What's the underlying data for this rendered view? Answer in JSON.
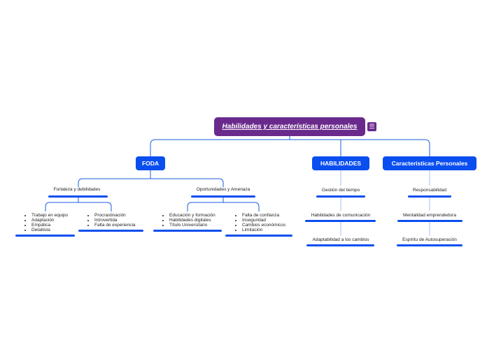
{
  "root": {
    "title": "Habilidades y características personales",
    "menu_icon": "hamburger-icon"
  },
  "colors": {
    "root": "#6a2a8c",
    "accent": "#0a4ef0"
  },
  "foda": {
    "label": "FODA",
    "fortaleza": {
      "label": "Fortaleza y debilidades",
      "fortalezas": [
        "Trabajo en equipo",
        "Adaptación",
        "Empática",
        "Detallista"
      ],
      "debilidades": [
        "Procrastinación",
        "Introvertida",
        "Falta de experiencia"
      ]
    },
    "oportunidades": {
      "label": "Oportunidades y Amenaza",
      "oportunidades_items": [
        "Educación y formación",
        "Habilidades digitales",
        "Título Universitario"
      ],
      "amenazas_items": [
        "Falta de confianza",
        "Inseguridad",
        "Cambios económicos",
        "Limitación"
      ]
    }
  },
  "habilidades": {
    "label": "HABILIDADES",
    "items": [
      "Gestión del tiempo",
      "Habilidades de comunicación",
      "Adaptabilidad a los cambios"
    ]
  },
  "caracteristicas": {
    "label": "Características Personales",
    "items": [
      "Responsabilidad",
      "Mentalidad emprendedora",
      "Espíritu de Autosuperación"
    ]
  }
}
